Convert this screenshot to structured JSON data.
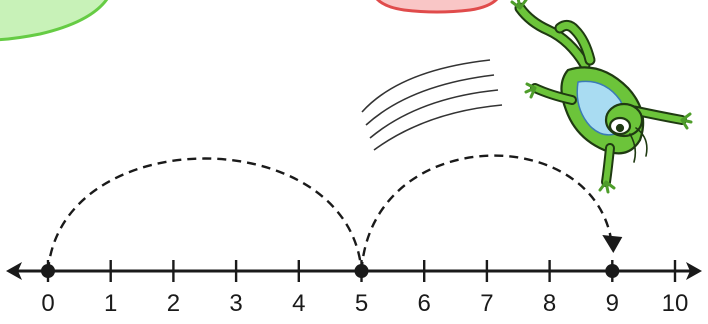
{
  "number_line": {
    "min": 0,
    "max": 10,
    "tick_labels": [
      "0",
      "1",
      "2",
      "3",
      "4",
      "5",
      "6",
      "7",
      "8",
      "9",
      "10"
    ],
    "marked_points": [
      0,
      5,
      9
    ]
  },
  "jumps": [
    {
      "from": 0,
      "to": 5
    },
    {
      "from": 5,
      "to": 9
    }
  ],
  "decor": {
    "top_left_shape": "green-rounded-bubble",
    "top_center_shape": "pink-rounded-bubble",
    "character": "leaping-frog-icon"
  },
  "colors": {
    "line": "#1a1a1a",
    "green_bubble_fill": "#c8f2b8",
    "green_bubble_stroke": "#66cc44",
    "pink_bubble_fill": "#f9c6c6",
    "pink_bubble_stroke": "#e04b4b",
    "frog_body": "#6cc43a",
    "frog_belly": "#a9dcf2"
  }
}
